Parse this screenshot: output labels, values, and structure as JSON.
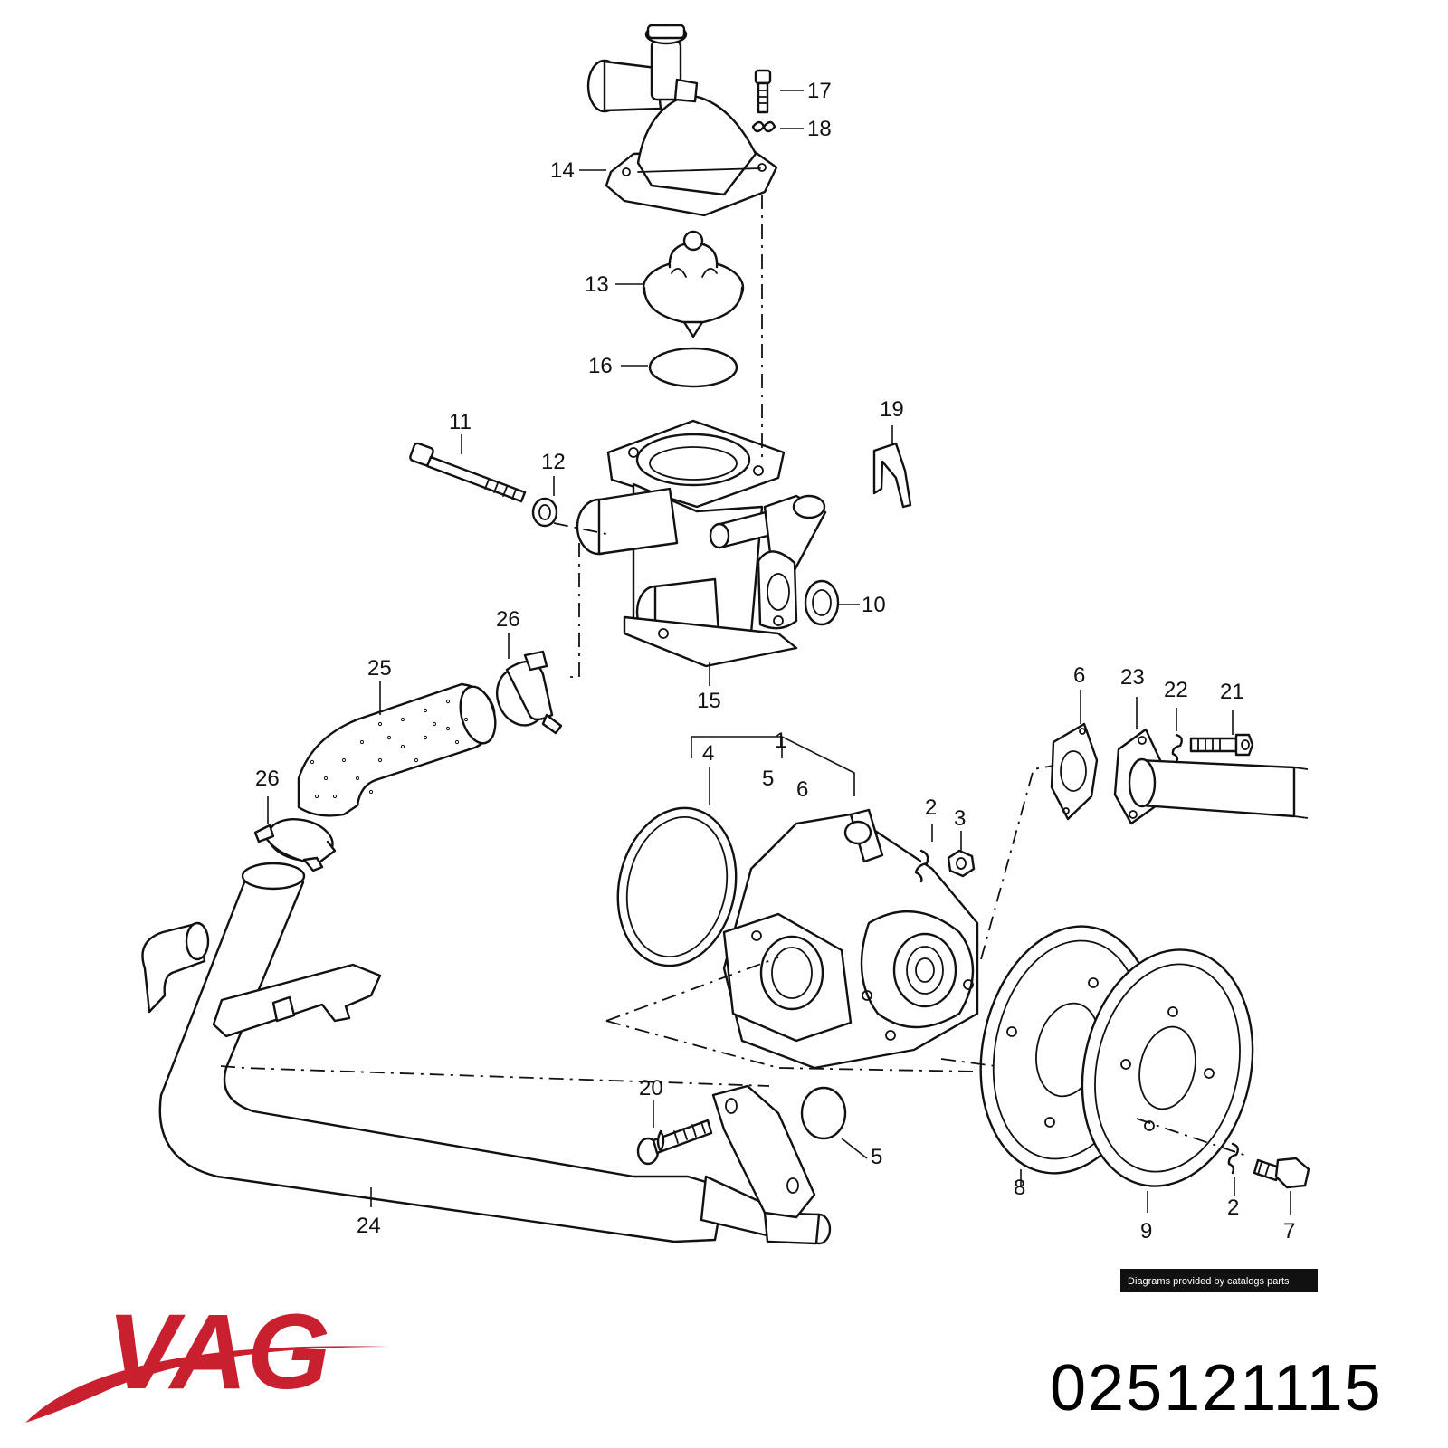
{
  "callouts": [
    {
      "id": "c17",
      "text": "17"
    },
    {
      "id": "c18",
      "text": "18"
    },
    {
      "id": "c14",
      "text": "14"
    },
    {
      "id": "c13",
      "text": "13"
    },
    {
      "id": "c16",
      "text": "16"
    },
    {
      "id": "c19",
      "text": "19"
    },
    {
      "id": "c11",
      "text": "11"
    },
    {
      "id": "c12",
      "text": "12"
    },
    {
      "id": "c10",
      "text": "10"
    },
    {
      "id": "c26a",
      "text": "26"
    },
    {
      "id": "c25",
      "text": "25"
    },
    {
      "id": "c15",
      "text": "15"
    },
    {
      "id": "c6a",
      "text": "6"
    },
    {
      "id": "c23",
      "text": "23"
    },
    {
      "id": "c22",
      "text": "22"
    },
    {
      "id": "c21",
      "text": "21"
    },
    {
      "id": "c1",
      "text": "1"
    },
    {
      "id": "c4",
      "text": "4"
    },
    {
      "id": "c5a",
      "text": "5"
    },
    {
      "id": "c6b",
      "text": "6"
    },
    {
      "id": "c26b",
      "text": "26"
    },
    {
      "id": "c2a",
      "text": "2"
    },
    {
      "id": "c3",
      "text": "3"
    },
    {
      "id": "c20",
      "text": "20"
    },
    {
      "id": "c5b",
      "text": "5"
    },
    {
      "id": "c24",
      "text": "24"
    },
    {
      "id": "c8",
      "text": "8"
    },
    {
      "id": "c9",
      "text": "9"
    },
    {
      "id": "c2b",
      "text": "2"
    },
    {
      "id": "c7",
      "text": "7"
    }
  ],
  "credit": "Diagrams provided by catalogs parts",
  "brand": {
    "name": "VAG",
    "color": "#c8202e"
  },
  "part_number": "025121115"
}
